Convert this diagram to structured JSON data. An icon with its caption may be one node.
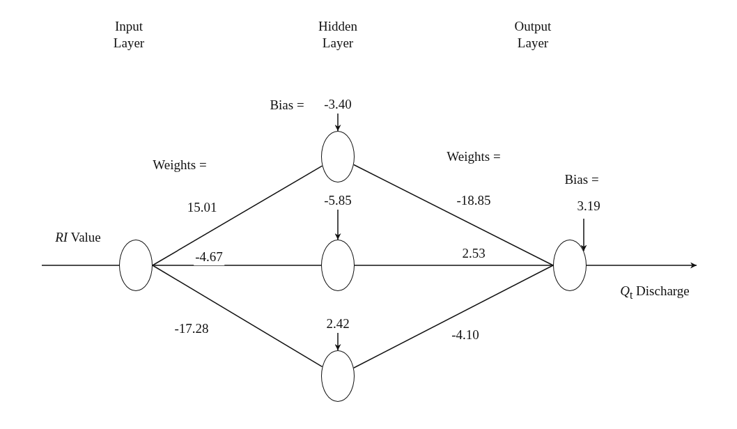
{
  "diagram": {
    "nodes": [
      {
        "text": [],
        "shape": "circle"
      },
      {
        "text": [],
        "shape": "circle"
      },
      {
        "text": [],
        "shape": "circle"
      },
      {
        "text": [],
        "shape": "circle"
      },
      {
        "text": [],
        "shape": "circle"
      },
      {
        "text": [
          "-3.40"
        ]
      },
      {
        "text": [
          "-5.85"
        ]
      },
      {
        "text": [
          "2.42"
        ]
      },
      {
        "text": [
          "3.19"
        ]
      }
    ],
    "edges": [
      {
        "from": 0,
        "to": 1,
        "arrow": "none",
        "label": "15.01"
      },
      {
        "from": 0,
        "to": 2,
        "arrow": "none",
        "label": "-4.67"
      },
      {
        "from": 0,
        "to": 3,
        "arrow": "none",
        "label": "-17.28"
      },
      {
        "from": 1,
        "to": 4,
        "arrow": "none",
        "label": "-18.85"
      },
      {
        "from": 2,
        "to": 4,
        "arrow": "none",
        "label": "2.53"
      },
      {
        "from": 3,
        "to": 4,
        "arrow": "none",
        "label": "-4.10"
      },
      {
        "from": 5,
        "to": 1,
        "arrow": "to"
      },
      {
        "from": 6,
        "to": 2,
        "arrow": "to"
      },
      {
        "from": 7,
        "to": 3,
        "arrow": "to"
      },
      {
        "from": 8,
        "to": 4,
        "arrow": "to"
      },
      {
        "from": null,
        "to": 0,
        "arrow": "to",
        "label": "*RI* Value"
      },
      {
        "from": 4,
        "to": null,
        "arrow": "to",
        "label": "*Q*$_{t}$ Discharge"
      }
    ],
    "labels": [
      "Input Layer",
      "Hidden Layer",
      "Output Layer",
      "Bias =",
      "Weights =",
      "Weights =",
      "Bias ="
    ]
  }
}
